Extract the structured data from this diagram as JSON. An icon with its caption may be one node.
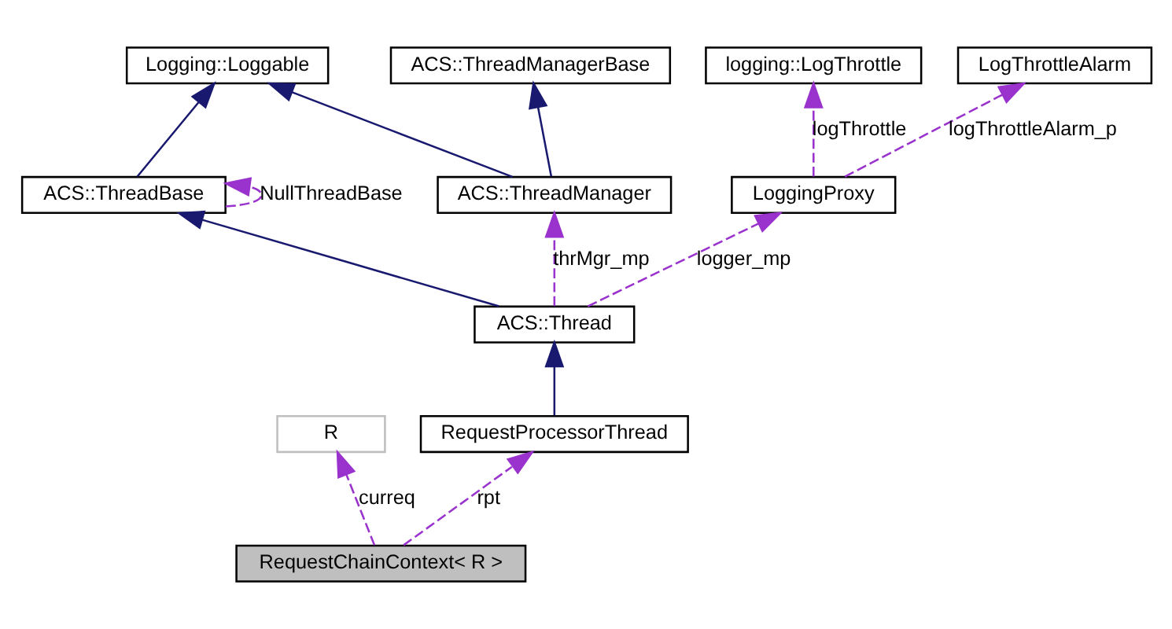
{
  "diagram": {
    "nodes": [
      {
        "text": [
          "Logging::Loggable"
        ]
      },
      {
        "text": [
          "ACS::ThreadManagerBase"
        ]
      },
      {
        "text": [
          "logging::LogThrottle"
        ]
      },
      {
        "text": [
          "LogThrottleAlarm"
        ]
      },
      {
        "text": [
          "ACS::ThreadBase"
        ]
      },
      {
        "text": [
          "ACS::ThreadManager"
        ]
      },
      {
        "text": [
          "LoggingProxy"
        ]
      },
      {
        "text": [
          "ACS::Thread"
        ]
      },
      {
        "text": [
          "R"
        ]
      },
      {
        "text": [
          "RequestProcessorThread"
        ]
      },
      {
        "text": [
          "RequestChainContext< R >"
        ]
      }
    ],
    "edges": [
      {
        "from": 4,
        "to": 0,
        "arrow": "to",
        "color": "#191970"
      },
      {
        "from": 5,
        "to": 0,
        "arrow": "to",
        "color": "#191970"
      },
      {
        "from": 5,
        "to": 1,
        "arrow": "to",
        "color": "#191970"
      },
      {
        "from": 4,
        "to": 4,
        "arrow": "to",
        "label": "NullThreadBase",
        "style": "dashed"
      },
      {
        "from": 6,
        "to": 2,
        "arrow": "to",
        "label": "logThrottle",
        "style": "dashed"
      },
      {
        "from": 6,
        "to": 3,
        "arrow": "to",
        "label": "logThrottleAlarm_p",
        "style": "dashed"
      },
      {
        "from": 7,
        "to": 4,
        "arrow": "to",
        "color": "#191970"
      },
      {
        "from": 7,
        "to": 5,
        "arrow": "to",
        "label": "thrMgr_mp",
        "style": "dashed"
      },
      {
        "from": 7,
        "to": 6,
        "arrow": "to",
        "label": "logger_mp",
        "style": "dashed"
      },
      {
        "from": 9,
        "to": 7,
        "arrow": "to",
        "color": "#191970"
      },
      {
        "from": 10,
        "to": 8,
        "arrow": "to",
        "label": "curreq",
        "style": "dashed"
      },
      {
        "from": 10,
        "to": 9,
        "arrow": "to",
        "label": "rpt",
        "style": "dashed"
      }
    ]
  }
}
